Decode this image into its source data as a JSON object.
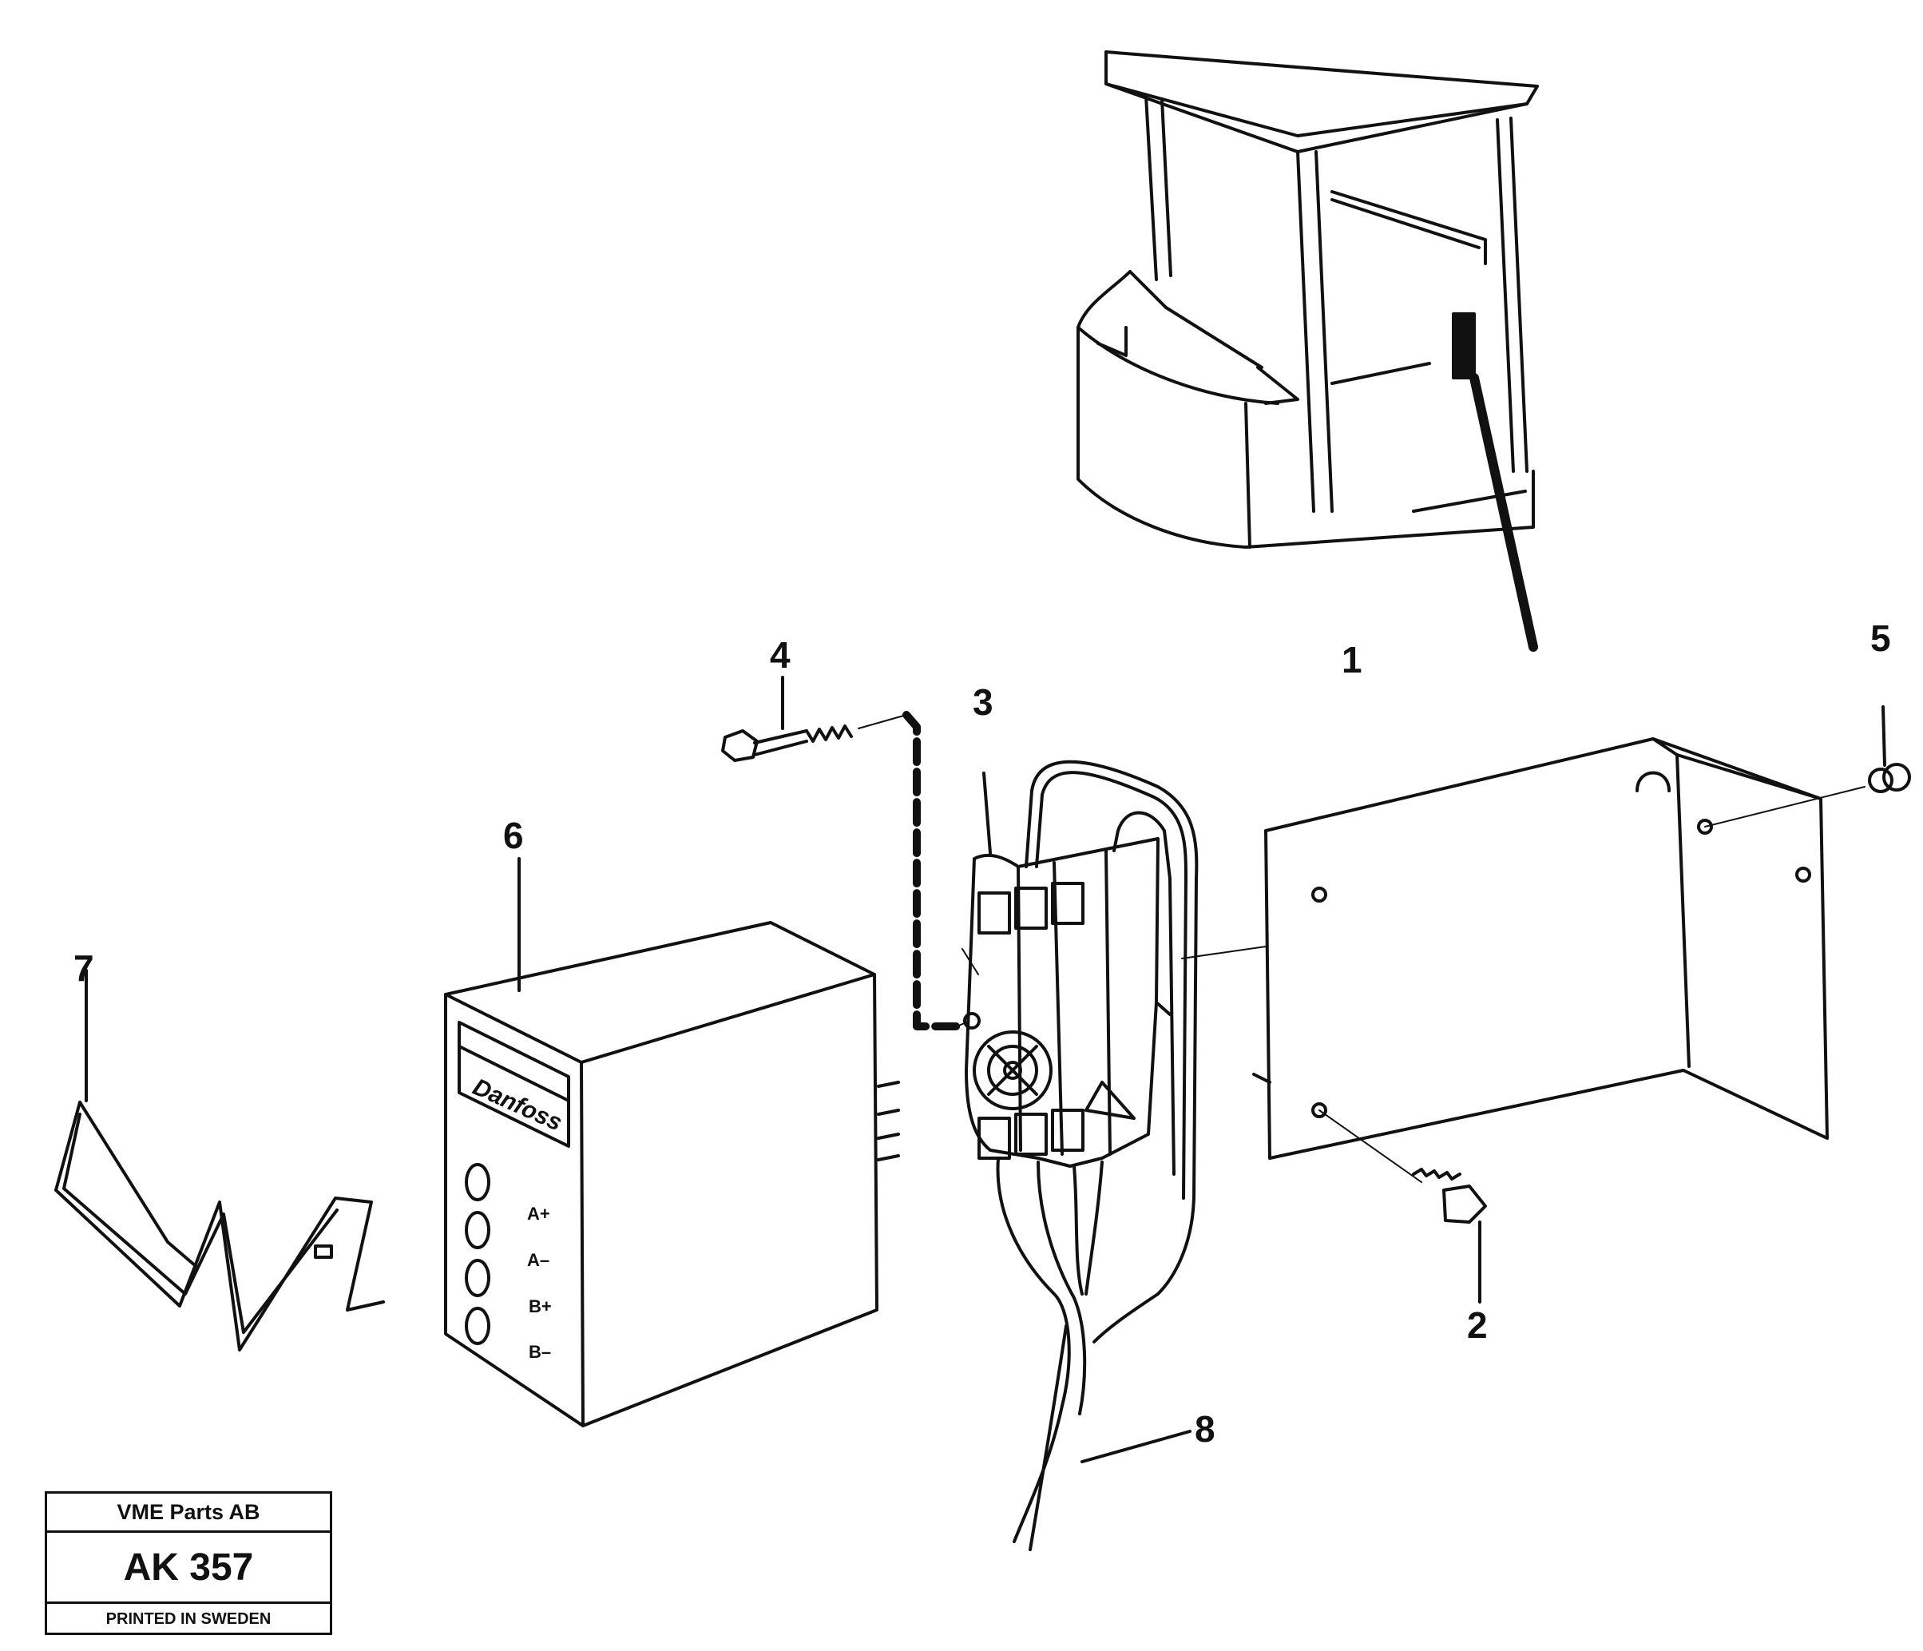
{
  "callouts": {
    "p1": "1",
    "p2": "2",
    "p3": "3",
    "p4": "4",
    "p5": "5",
    "p6": "6",
    "p7": "7",
    "p8": "8"
  },
  "relay_panel": {
    "brand": "Danfoss",
    "label_a_plus": "A+",
    "label_a_minus": "A–",
    "label_b_plus": "B+",
    "label_b_minus": "B–"
  },
  "stamp": {
    "company": "VME Parts AB",
    "code": "AK 357",
    "printed": "PRINTED IN SWEDEN"
  },
  "colors": {
    "line": "#111111",
    "paper": "#ffffff"
  }
}
